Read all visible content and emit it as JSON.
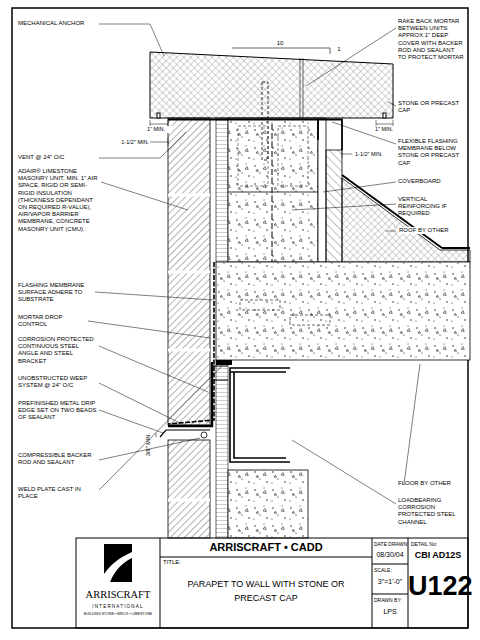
{
  "diagram": {
    "title": "PARAPET TO WALL WITH STONE OR PRECAST CAP",
    "labels": [
      "MECHANICAL ANCHOR",
      "10",
      "1",
      "RAKE BACK MORTAR BETWEEN UNITS APPROX.1\" DEEP COVER WITH BACKER ROD AND SEALANT TO PROTECT MORTAR",
      "STONE OR PRECAST CAP",
      "1\" MIN.",
      "1-1/2\" MIN.",
      "1\" MIN.",
      "1-1/2\" MIN.",
      "FLEXIBLE FLASHING MEMBRANE BELOW STONE OR PRECAST CAP",
      "VENT @ 24\" O/C",
      "ADAIR® LIMESTONE MASONRY UNIT, MIN. 1\" AIR SPACE, RIGID OR SEMI-RIGID INSULATION (THICKNESS DEPENDANT ON REQUIRED R-VALUE), AIR/VAPOR BARRIER MEMBRANE, CONCRETE MASONRY UNIT (CMU).",
      "COVERBOARD",
      "VERTICAL REINFORCING IF REQUIRED",
      "ROOF BY OTHER",
      "FLASHING MEMBRANE SURFACE ADHERE TO SUBSTRATE",
      "MORTAR DROP CONTROL",
      "CORROSION PROTECTED CONTINUOUS STEEL ANGLE AND STEEL BRACKET",
      "UNOBSTRUCTED WEEP SYSTEM @ 24\" O/C",
      "PREFINISHED METAL DRIP EDGE SET ON TWO BEADS OF SEALANT",
      "3/8\" MIN.",
      "COMPRESSIBLE BACKER ROD AND SEALANT",
      "WELD PLATE CAST IN PLACE",
      "FLOOR BY OTHER",
      "LOADBEARING CORROSION PROTECTED STEEL CHANNEL",
      "ARRISCRAFT • CADD",
      "TITLE:",
      "DATE DRAWN:",
      "08/30/04",
      "SCALE:",
      "3\"=1'-0\"",
      "DRAWN BY:",
      "LPS",
      "DETAIL No:",
      "CBI AD12S",
      "U122",
      "ARRISCRAFT",
      "INTERNATIONAL",
      "BUILDING STONE • BRICK • LIMESTONE"
    ]
  }
}
